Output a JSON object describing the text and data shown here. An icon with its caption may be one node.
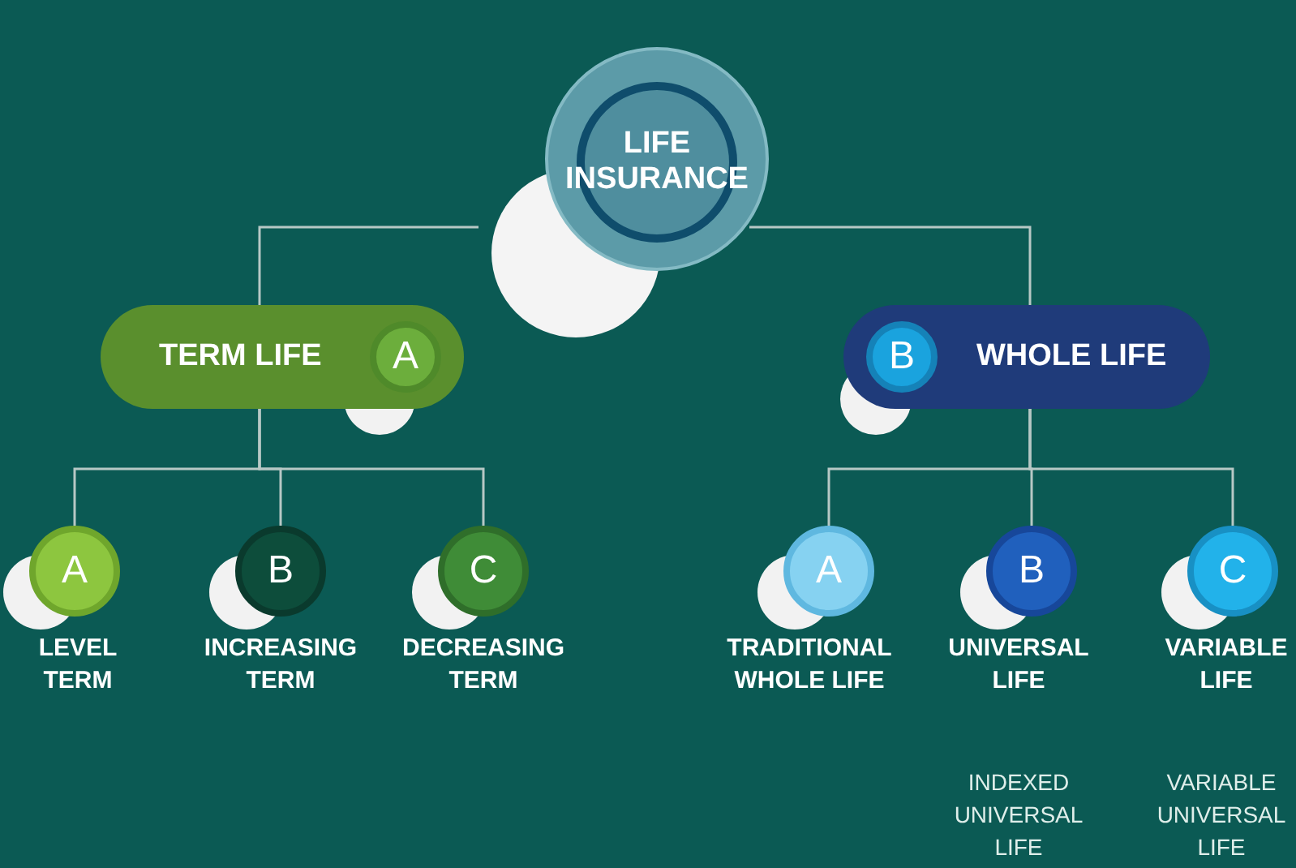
{
  "diagram": {
    "nodes": [
      {
        "text": [
          "LIFE INSURANCE"
        ]
      },
      {
        "text": [
          "TERM LIFE",
          "A"
        ]
      },
      {
        "text": [
          "B",
          "WHOLE LIFE"
        ]
      },
      {
        "text": [
          "A",
          "LEVEL TERM"
        ]
      },
      {
        "text": [
          "B",
          "INCREASING TERM"
        ]
      },
      {
        "text": [
          "C",
          "DECREASING TERM"
        ]
      },
      {
        "text": [
          "A",
          "TRADITIONAL WHOLE LIFE"
        ]
      },
      {
        "text": [
          "B",
          "UNIVERSAL LIFE"
        ]
      },
      {
        "text": [
          "C",
          "VARIABLE LIFE"
        ]
      }
    ],
    "labels": [
      "INDEXED UNIVERSAL LIFE",
      "VARIABLE UNIVERSAL LIFE"
    ],
    "edges": [
      {
        "from": 0,
        "to": 1,
        "arrow": "none"
      },
      {
        "from": 0,
        "to": 2,
        "arrow": "none"
      },
      {
        "from": 1,
        "to": 3,
        "arrow": "none"
      },
      {
        "from": 1,
        "to": 4,
        "arrow": "none"
      },
      {
        "from": 1,
        "to": 5,
        "arrow": "none"
      },
      {
        "from": 2,
        "to": 6,
        "arrow": "none"
      },
      {
        "from": 2,
        "to": 7,
        "arrow": "none"
      },
      {
        "from": 2,
        "to": 8,
        "arrow": "none"
      }
    ]
  }
}
